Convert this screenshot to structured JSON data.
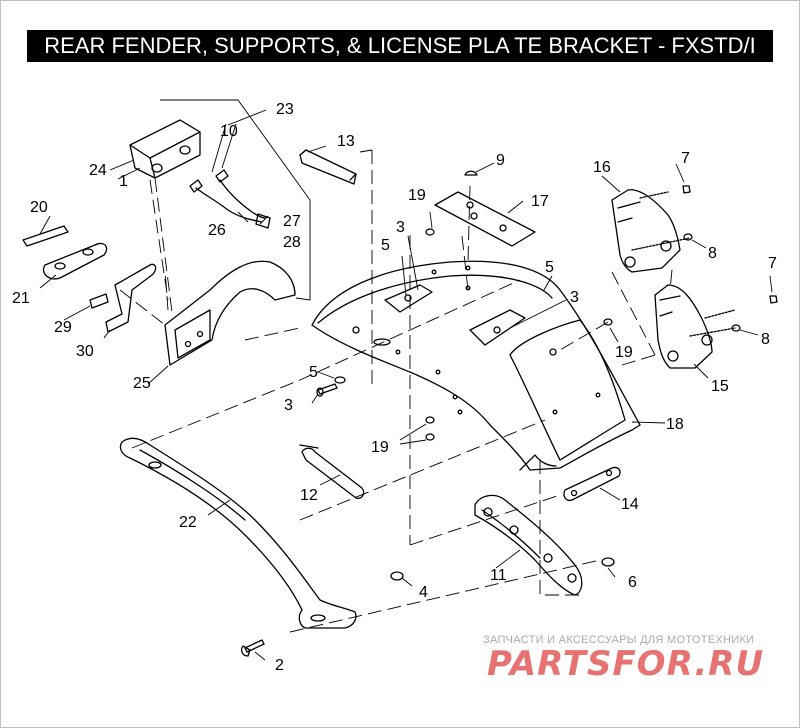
{
  "title": "REAR FENDER, SUPPORTS, & LICENSE PLA TE BRACKET - FXSTD/I",
  "callouts": {
    "n1": "1",
    "n2": "2",
    "n3a": "3",
    "n3b": "3",
    "n3c": "3",
    "n4": "4",
    "n5a": "5",
    "n5b": "5",
    "n5c": "5",
    "n6": "6",
    "n7a": "7",
    "n7b": "7",
    "n8a": "8",
    "n8b": "8",
    "n9": "9",
    "n10": "10",
    "n11": "11",
    "n12": "12",
    "n13": "13",
    "n14": "14",
    "n15": "15",
    "n16": "16",
    "n17": "17",
    "n18": "18",
    "n19a": "19",
    "n19b": "19",
    "n19c": "19",
    "n20": "20",
    "n21": "21",
    "n22": "22",
    "n23": "23",
    "n24": "24",
    "n25": "25",
    "n26": "26",
    "n27": "27",
    "n28": "28",
    "n29": "29",
    "n30": "30"
  },
  "watermark": {
    "subtitle": "ЗАПЧАСТИ И АКСЕССУАРЫ ДЛЯ МОТОТЕХНИКИ",
    "brand": "PARTSFOR.RU"
  }
}
